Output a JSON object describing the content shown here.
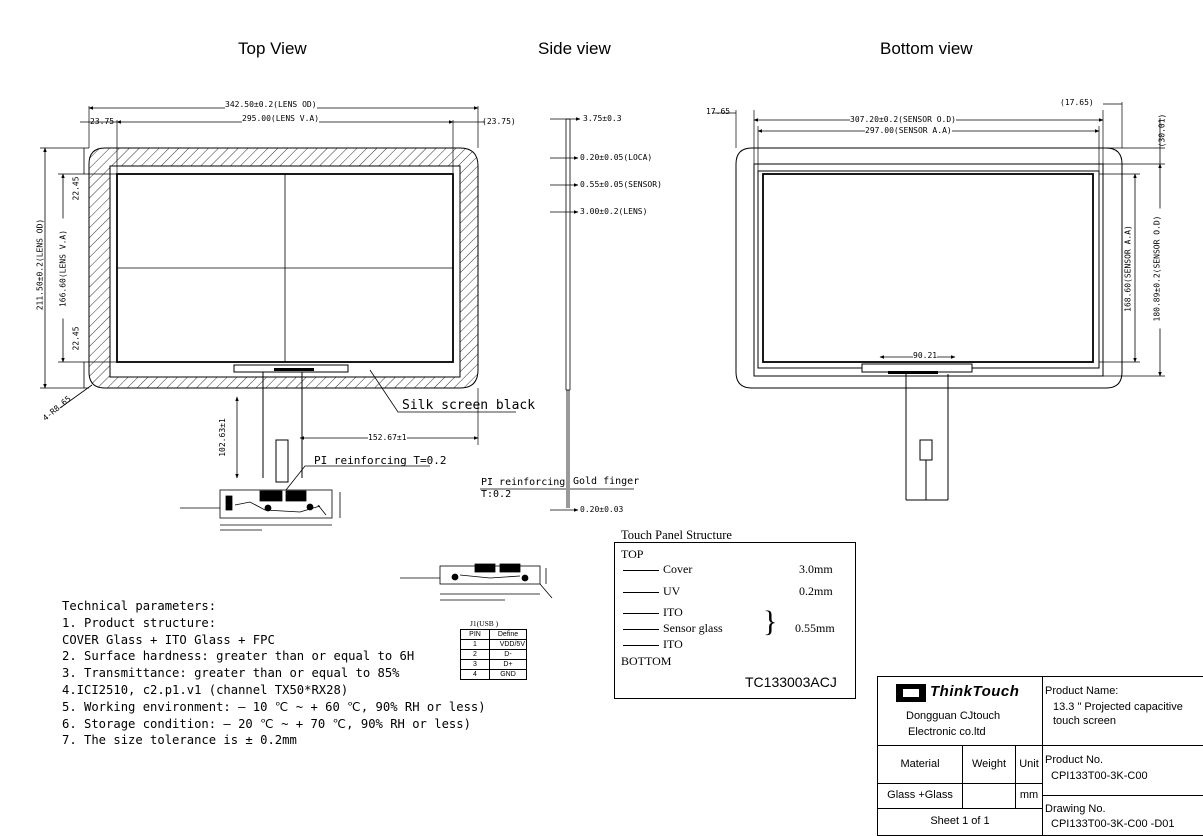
{
  "views": {
    "top": "Top View",
    "side": "Side view",
    "bottom": "Bottom  view"
  },
  "top_dims": {
    "lens_od_w": "342.50±0.2(LENS OD)",
    "lens_va_w": "295.00(LENS V.A)",
    "left_margin": "23.75",
    "right_margin": "(23.75)",
    "lens_od_h": "211.50±0.2(LENS OD)",
    "lens_va_h": "166.60(LENS V.A)",
    "top_margin": "22.45",
    "bottom_margin": "22.45",
    "corner_r": "4-R8.65",
    "silk": "Silk screen black",
    "fpc_len": "102.63±1",
    "fpc_offset": "152.67±1",
    "pi_reinforcing": "PI reinforcing T=0.2"
  },
  "side_dims": {
    "total": "3.75±0.3",
    "loca": "0.20±0.05(LOCA)",
    "sensor": "0.55±0.05(SENSOR)",
    "lens": "3.00±0.2(LENS)",
    "pi_reinforcing": "PI reinforcing",
    "pi_t": "T:0.2",
    "gold_finger": "Gold finger",
    "fpc_t": "0.20±0.03"
  },
  "bottom_dims": {
    "left_margin": "17.65",
    "right_margin": "(17.65)",
    "sensor_od_w": "307.20±0.2(SENSOR O.D)",
    "sensor_aa_w": "297.00(SENSOR A.A)",
    "top_margin": "(30.01)",
    "sensor_aa_h": "168.60(SENSOR A.A)",
    "sensor_od_h": "180.89±0.2(SENSOR O.D)",
    "bond_w": "90.21"
  },
  "params": {
    "heading": "Technical parameters:",
    "lines": [
      "1. Product structure:",
      "COVER Glass + ITO Glass + FPC",
      "2. Surface hardness: greater than or equal to 6H",
      "3. Transmittance: greater than or equal to 85%",
      "4.ICI2510, c2.p1.v1 (channel TX50*RX28)",
      "5. Working environment: – 10 ℃ ~ + 60 ℃, 90% RH or less)",
      "6. Storage condition: – 20 ℃ ~ + 70 ℃, 90% RH or less)",
      "7. The size tolerance is ± 0.2mm"
    ]
  },
  "pin_table": {
    "title": "J1(USB )",
    "headers": [
      "PIN",
      "Define"
    ],
    "rows": [
      [
        "1",
        "VDD/5V"
      ],
      [
        "2",
        "D-"
      ],
      [
        "3",
        "D+"
      ],
      [
        "4",
        "GND"
      ]
    ]
  },
  "structure": {
    "title": "Touch Panel Structure",
    "top": "TOP",
    "bottom": "BOTTOM",
    "layers": [
      {
        "name": "Cover",
        "value": "3.0mm"
      },
      {
        "name": "UV",
        "value": "0.2mm"
      },
      {
        "name": "ITO",
        "value": ""
      },
      {
        "name": "Sensor glass",
        "value": "0.55mm"
      },
      {
        "name": "ITO",
        "value": ""
      }
    ],
    "model": "TC133003ACJ"
  },
  "title_block": {
    "logo": "ThinkTouch",
    "company_1": "Dongguan CJtouch",
    "company_2": "Electronic co.ltd",
    "product_name_label": "Product Name:",
    "product_name_1": "13.3 \" Projected capacitive",
    "product_name_2": "touch screen",
    "material_h": "Material",
    "weight_h": "Weight",
    "unit_h": "Unit",
    "material": "Glass +Glass",
    "weight": "",
    "unit": "mm",
    "sheet": "Sheet 1 of 1",
    "product_no_label": "Product No.",
    "product_no": "CPI133T00-3K-C00",
    "drawing_no_label": "Drawing No.",
    "drawing_no": "CPI133T00-3K-C00 -D01"
  }
}
